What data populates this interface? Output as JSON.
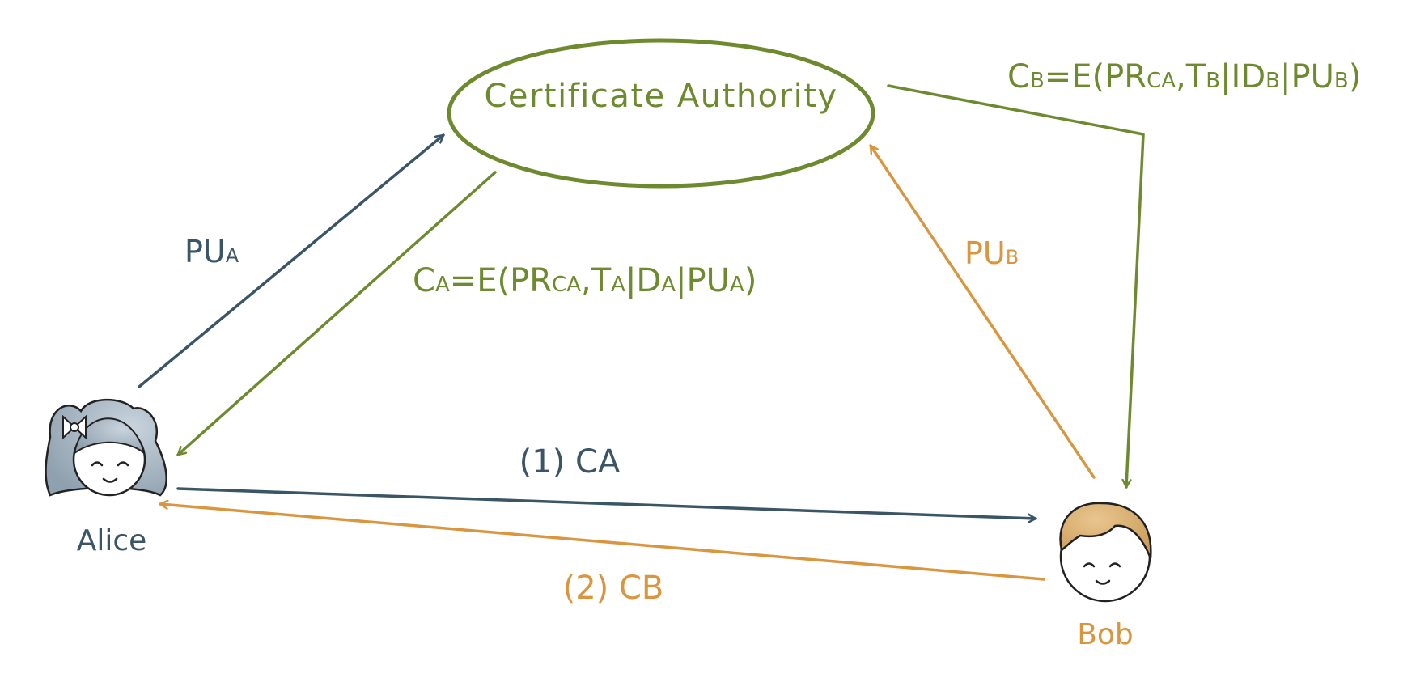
{
  "colors": {
    "alice": "#3a5566",
    "ca": "#6e8a2f",
    "bob": "#d9963f",
    "background": "#ffffff"
  },
  "ca_node": {
    "label": "Certificate Authority"
  },
  "alice": {
    "label": "Alice",
    "icon": "girl-avatar-icon"
  },
  "bob": {
    "label": "Bob",
    "icon": "boy-avatar-icon"
  },
  "edges": {
    "alice_to_ca": {
      "main": "PU",
      "sub": "A"
    },
    "ca_to_alice": {
      "segments": [
        {
          "t": "C"
        },
        {
          "t": "A",
          "sub": true
        },
        {
          "t": "=E(PR"
        },
        {
          "t": "CA",
          "sub": true
        },
        {
          "t": ",T"
        },
        {
          "t": "A",
          "sub": true
        },
        {
          "t": "|D"
        },
        {
          "t": "A",
          "sub": true
        },
        {
          "t": "|PU"
        },
        {
          "t": "A",
          "sub": true
        },
        {
          "t": ")"
        }
      ]
    },
    "bob_to_ca": {
      "main": "PU",
      "sub": "B"
    },
    "ca_to_bob": {
      "segments": [
        {
          "t": "C"
        },
        {
          "t": "B",
          "sub": true
        },
        {
          "t": "=E(PR"
        },
        {
          "t": "CA",
          "sub": true
        },
        {
          "t": ",T"
        },
        {
          "t": "B",
          "sub": true
        },
        {
          "t": "|ID"
        },
        {
          "t": "B",
          "sub": true
        },
        {
          "t": "|PU"
        },
        {
          "t": "B",
          "sub": true
        },
        {
          "t": ")"
        }
      ]
    },
    "alice_to_bob": {
      "label": "(1) CA"
    },
    "bob_to_alice": {
      "label": "(2) CB"
    }
  }
}
